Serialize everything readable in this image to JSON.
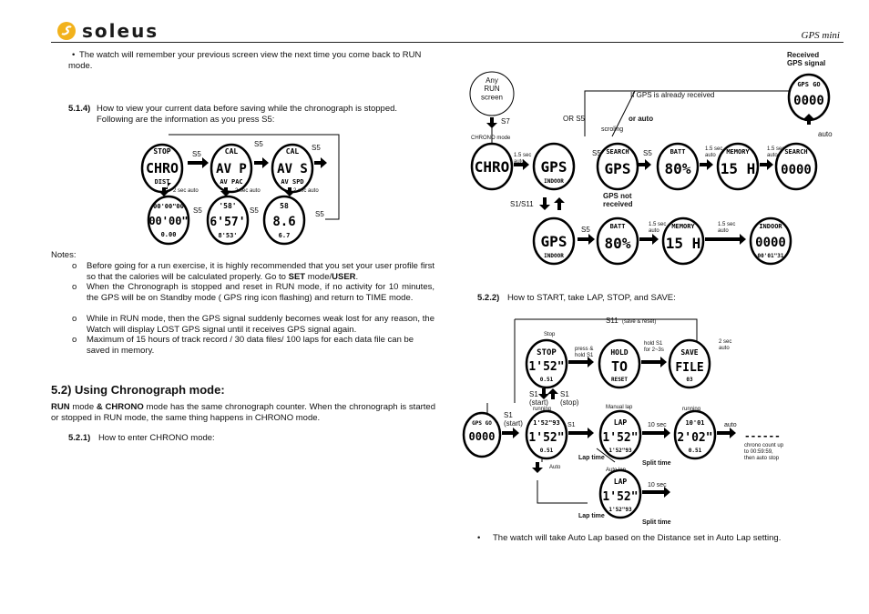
{
  "header": {
    "brand": "soleus",
    "product": "GPS mini"
  },
  "left": {
    "intro_bullet": "The watch will remember your previous screen view the next time you come back to RUN mode.",
    "s514_num": "5.1.4)",
    "s514_text": "How to view your current data before saving while the chronograph is stopped. Following are the information as you press S5:",
    "fig1": {
      "screens": [
        {
          "l1": "STOP",
          "l2": "CHRO",
          "l3": "DIST"
        },
        {
          "l1": "CAL",
          "l2": "AV P",
          "l3": "AV PAC"
        },
        {
          "l1": "CAL",
          "l2": "AV S",
          "l3": "AV SPD"
        },
        {
          "l1": "00'00\"00",
          "l2": "00'00\"",
          "l3": "0.00"
        },
        {
          "l1": "'58'",
          "l2": "6'57'",
          "l3": "8'53'"
        },
        {
          "l1": "58",
          "l2": "8.6",
          "l3": "6.7"
        }
      ],
      "s5": "S5",
      "auto": "2 sec auto"
    },
    "notes_label": "Notes:",
    "notes": [
      {
        "pre": "Before going for a run exercise, it is highly recommended that you set your user profile first so that the calories will be calculated properly. Go to ",
        "b1": "SET",
        "mid": " mode/",
        "b2": "USER",
        "post": "."
      },
      {
        "text": "When the Chronograph is stopped and reset in RUN mode, if no activity for 10 minutes, the GPS will be on Standby mode ( GPS ring icon flashing) and return to TIME mode."
      },
      {
        "text": "While in RUN mode, then the GPS signal suddenly becomes weak lost for any reason, the Watch will display LOST GPS signal until it receives GPS signal again."
      },
      {
        "text": "Maximum of 15 hours of track record / 30 data files/ 100 laps for each data file can be saved in memory."
      }
    ],
    "section_title": "5.2)  Using Chronograph mode:",
    "sec_body_b1": "RUN",
    "sec_body_1": " mode ",
    "sec_body_b2": "& CHRONO",
    "sec_body_2": " mode has the same chronograph counter. When the chronograph is started or stopped in RUN mode, the same thing happens in CHRONO mode.",
    "s521_num": "5.2.1)",
    "s521_text": "How to enter CHRONO mode:"
  },
  "right": {
    "fig2": {
      "any_run": "Any\nRUN\nscreen",
      "s7": "S7",
      "chrono_mode": "CHRONO mode",
      "or_s5": "OR S5",
      "if_gps": "If GPS is already received",
      "or_auto": "or auto",
      "scroling": "scroling",
      "received": "Received\nGPS signal",
      "auto": "auto",
      "gps_not": "GPS not\nreceived",
      "s1s11": "S1/S11",
      "s5": "S5",
      "t15": "1.5 sec\nauto",
      "screens": {
        "chro": "CHRO",
        "gps": "GPS",
        "indoor": "INDOOR",
        "search": "SEARCH",
        "batt": "BATT",
        "pct": "80%",
        "memory": "MEMORY",
        "hours": "15 H",
        "gpsgo": "GPS GO",
        "zero": "0000",
        "indoor_top": "INDOOR",
        "zero_sub": "00'01\"31"
      }
    },
    "s522_num": "5.2.2)",
    "s522_text": "How to START, take LAP, STOP, and SAVE:",
    "fig3": {
      "s11": "S11",
      "s11_note": "(save & reset)",
      "stop": "Stop",
      "press": "press &\nhold S1",
      "hold": "hold S1\nfor 2~3s",
      "auto2": "2 sec\nauto",
      "s1_start": "S1\n(start)",
      "s1_stop": "S1\n(stop)",
      "running": "running",
      "manual_lap": "Manual lap",
      "s1": "S1",
      "t10": "10 sec",
      "auto": "Auto",
      "auto_lap": "Auto lap",
      "auto_r": "auto",
      "chrono_note": "chrono count up\nto 00:59:59,\nthen auto stop",
      "lap_time": "Lap time",
      "split_time": "Split time",
      "screens": {
        "stop": "STOP",
        "t152": "1'52\"",
        "d051": "0.51",
        "hold": "HOLD",
        "to": "TO",
        "reset": "RESET",
        "save": "SAVE",
        "file": "FILE",
        "n03": "03",
        "gpsgo": "GPS GO",
        "zero": "0000",
        "lap": "LAP",
        "t202": "2'02\"",
        "t1001": "10'01",
        "lap_sub": "1'52\"93",
        "dashes": "------"
      }
    },
    "bottom_bullet": "The watch will take Auto Lap based on the Distance set in Auto Lap setting."
  }
}
